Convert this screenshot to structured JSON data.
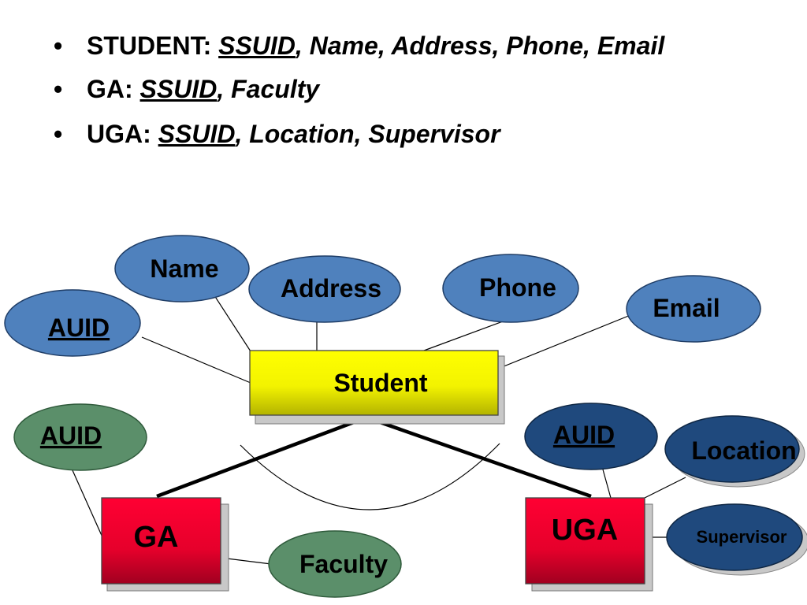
{
  "bullets": [
    {
      "entity": "STUDENT",
      "sep": ": ",
      "key": "SSUID",
      "rest": ", Name, Address, Phone, Email"
    },
    {
      "entity": "GA",
      "sep": ": ",
      "key": "SSUID",
      "rest": ", Faculty"
    },
    {
      "entity": "UGA",
      "sep": ": ",
      "key": "SSUID",
      "rest": ", Location, Supervisor"
    }
  ],
  "diagram": {
    "student": {
      "label": "Student"
    },
    "ga": {
      "label": "GA"
    },
    "uga": {
      "label": "UGA"
    },
    "attributes": {
      "student_auid": "AUID",
      "name": "Name",
      "address": "Address",
      "phone": "Phone",
      "email": "Email",
      "ga_auid": "AUID",
      "faculty": "Faculty",
      "uga_auid": "AUID",
      "location": "Location",
      "supervisor": "Supervisor"
    },
    "colors": {
      "student_attr": "#4f81bd",
      "student_entity": "#ffff00",
      "ga_attr": "#5b8f6a",
      "uga_attr": "#1f497d",
      "sub_entity": "#e8002a"
    }
  }
}
